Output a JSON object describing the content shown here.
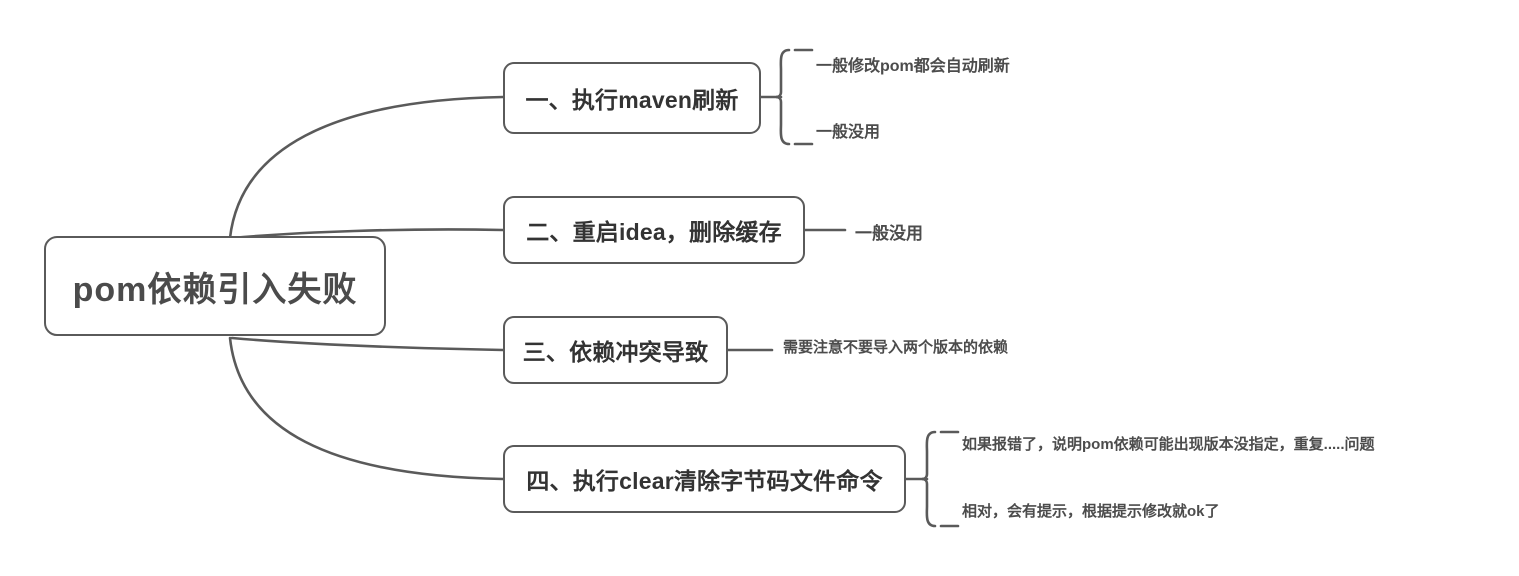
{
  "diagram": {
    "type": "mind-map",
    "background_color": "#ffffff",
    "stroke_color": "#5a5a5a",
    "node_text_color": "#333333",
    "leaf_text_color": "#4c4c4c",
    "root": {
      "label": "pom依赖引入失败"
    },
    "branches": [
      {
        "id": "b1",
        "label": "一、执行maven刷新",
        "connector": "brace",
        "leaves": [
          {
            "label": "一般修改pom都会自动刷新"
          },
          {
            "label": "一般没用"
          }
        ]
      },
      {
        "id": "b2",
        "label": "二、重启idea，删除缓存",
        "connector": "line",
        "leaves": [
          {
            "label": "一般没用"
          }
        ]
      },
      {
        "id": "b3",
        "label": "三、依赖冲突导致",
        "connector": "line",
        "leaves": [
          {
            "label": "需要注意不要导入两个版本的依赖"
          }
        ]
      },
      {
        "id": "b4",
        "label": "四、执行clear清除字节码文件命令",
        "connector": "brace",
        "leaves": [
          {
            "label": "如果报错了，说明pom依赖可能出现版本没指定，重复.....问题"
          },
          {
            "label": "相对，会有提示，根据提示修改就ok了"
          }
        ]
      }
    ]
  }
}
